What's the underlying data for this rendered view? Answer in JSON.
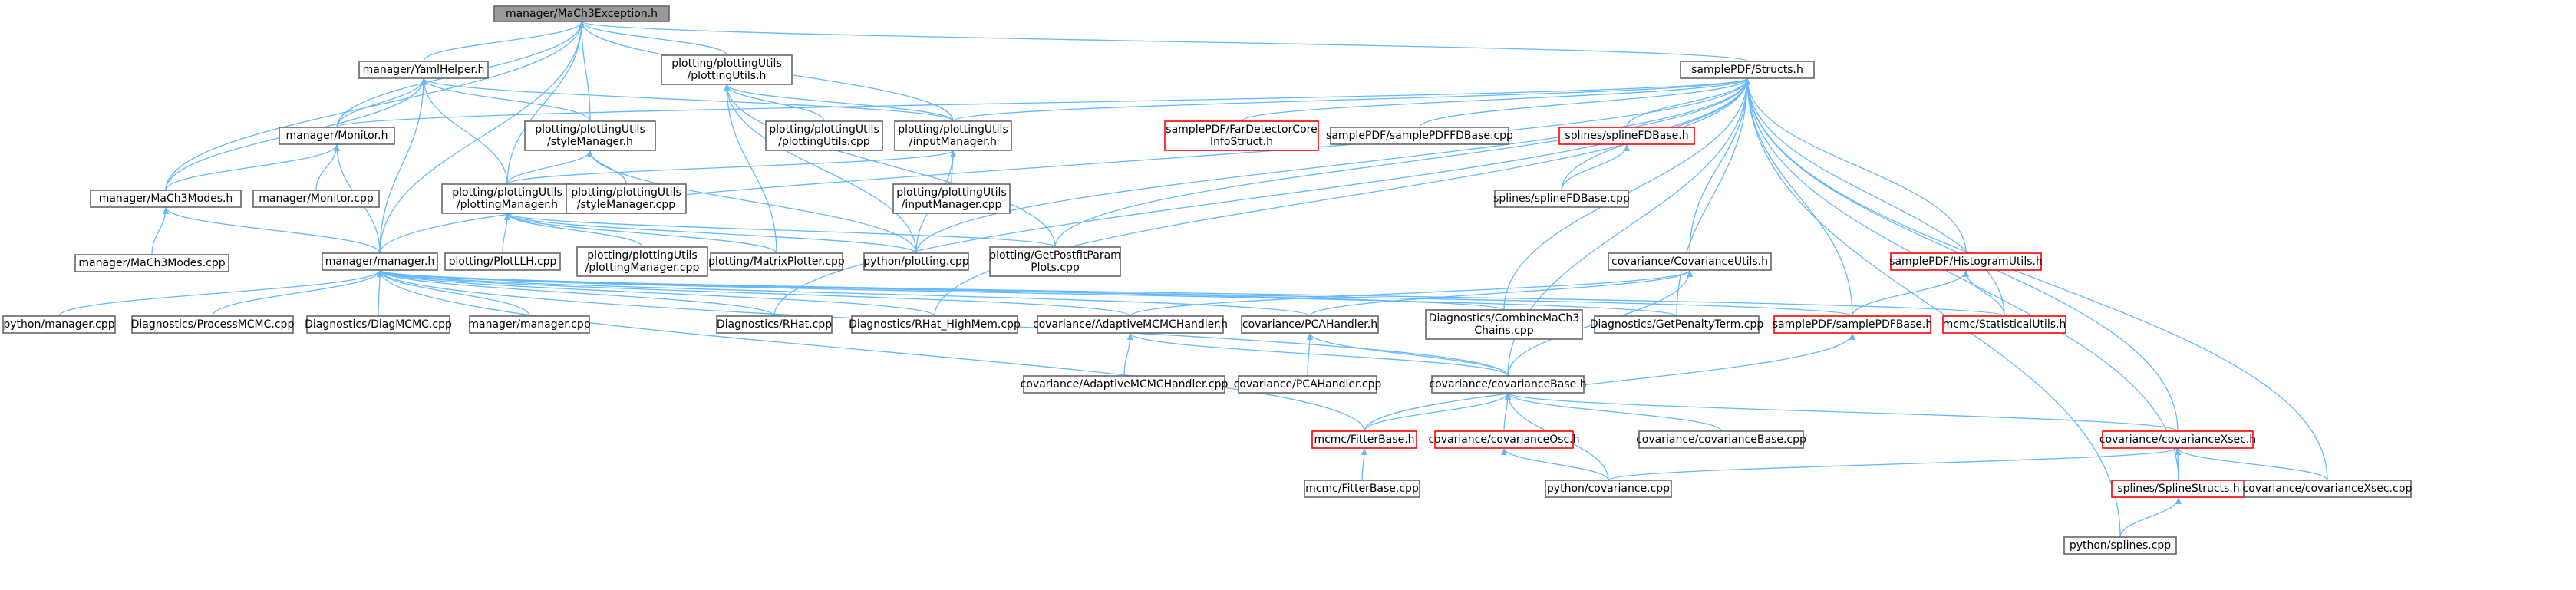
{
  "colors": {
    "edge": "#63B8FF",
    "arrowhead": "#63B8FF",
    "node_fill": "#ffffff",
    "node_border_default": "#666666",
    "node_border_error": "#ff0000",
    "root_fill": "#999999",
    "root_border": "#666666"
  },
  "nodes": [
    {
      "id": "root",
      "lines": [
        "manager/MaCh3Exception.h"
      ],
      "style": "root"
    },
    {
      "id": "yamlhelper",
      "lines": [
        "manager/YamlHelper.h"
      ],
      "style": "normal"
    },
    {
      "id": "pu_h",
      "lines": [
        "plotting/plottingUtils",
        "/plottingUtils.h"
      ],
      "style": "normal"
    },
    {
      "id": "structs",
      "lines": [
        "samplePDF/Structs.h"
      ],
      "style": "normal"
    },
    {
      "id": "monitor_h",
      "lines": [
        "manager/Monitor.h"
      ],
      "style": "normal"
    },
    {
      "id": "sm_h",
      "lines": [
        "plotting/plottingUtils",
        "/styleManager.h"
      ],
      "style": "normal"
    },
    {
      "id": "pu_cpp",
      "lines": [
        "plotting/plottingUtils",
        "/plottingUtils.cpp"
      ],
      "style": "normal"
    },
    {
      "id": "im_h",
      "lines": [
        "plotting/plottingUtils",
        "/inputManager.h"
      ],
      "style": "normal"
    },
    {
      "id": "fardet",
      "lines": [
        "samplePDF/FarDetectorCore",
        "InfoStruct.h"
      ],
      "style": "error"
    },
    {
      "id": "spfdbase_cpp",
      "lines": [
        "samplePDF/samplePDFFDBase.cpp"
      ],
      "style": "normal"
    },
    {
      "id": "splinefd_h",
      "lines": [
        "splines/splineFDBase.h"
      ],
      "style": "error"
    },
    {
      "id": "modes_h",
      "lines": [
        "manager/MaCh3Modes.h"
      ],
      "style": "normal"
    },
    {
      "id": "monitor_cpp",
      "lines": [
        "manager/Monitor.cpp"
      ],
      "style": "normal"
    },
    {
      "id": "pm_h",
      "lines": [
        "plotting/plottingUtils",
        "/plottingManager.h"
      ],
      "style": "normal"
    },
    {
      "id": "sm_cpp",
      "lines": [
        "plotting/plottingUtils",
        "/styleManager.cpp"
      ],
      "style": "normal"
    },
    {
      "id": "im_cpp",
      "lines": [
        "plotting/plottingUtils",
        "/inputManager.cpp"
      ],
      "style": "normal"
    },
    {
      "id": "splinefd_cpp",
      "lines": [
        "splines/splineFDBase.cpp"
      ],
      "style": "normal"
    },
    {
      "id": "modes_cpp",
      "lines": [
        "manager/MaCh3Modes.cpp"
      ],
      "style": "normal"
    },
    {
      "id": "manager_h",
      "lines": [
        "manager/manager.h"
      ],
      "style": "normal"
    },
    {
      "id": "plotllh",
      "lines": [
        "plotting/PlotLLH.cpp"
      ],
      "style": "normal"
    },
    {
      "id": "pm_cpp",
      "lines": [
        "plotting/plottingUtils",
        "/plottingManager.cpp"
      ],
      "style": "normal"
    },
    {
      "id": "matrixplotter",
      "lines": [
        "plotting/MatrixPlotter.cpp"
      ],
      "style": "normal"
    },
    {
      "id": "pyplotting",
      "lines": [
        "python/plotting.cpp"
      ],
      "style": "normal"
    },
    {
      "id": "getpostfit",
      "lines": [
        "plotting/GetPostfitParam",
        "Plots.cpp"
      ],
      "style": "normal"
    },
    {
      "id": "covutils",
      "lines": [
        "covariance/CovarianceUtils.h"
      ],
      "style": "normal"
    },
    {
      "id": "histutils",
      "lines": [
        "samplePDF/HistogramUtils.h"
      ],
      "style": "error"
    },
    {
      "id": "pymanager",
      "lines": [
        "python/manager.cpp"
      ],
      "style": "normal"
    },
    {
      "id": "procmcmc",
      "lines": [
        "Diagnostics/ProcessMCMC.cpp"
      ],
      "style": "normal"
    },
    {
      "id": "diagmcmc",
      "lines": [
        "Diagnostics/DiagMCMC.cpp"
      ],
      "style": "normal"
    },
    {
      "id": "manager_cpp",
      "lines": [
        "manager/manager.cpp"
      ],
      "style": "normal"
    },
    {
      "id": "rhat",
      "lines": [
        "Diagnostics/RHat.cpp"
      ],
      "style": "normal"
    },
    {
      "id": "rhat_hm",
      "lines": [
        "Diagnostics/RHat_HighMem.cpp"
      ],
      "style": "normal"
    },
    {
      "id": "adaptive_h",
      "lines": [
        "covariance/AdaptiveMCMCHandler.h"
      ],
      "style": "normal"
    },
    {
      "id": "pca_h",
      "lines": [
        "covariance/PCAHandler.h"
      ],
      "style": "normal"
    },
    {
      "id": "combine",
      "lines": [
        "Diagnostics/CombineMaCh3",
        "Chains.cpp"
      ],
      "style": "normal"
    },
    {
      "id": "penalty",
      "lines": [
        "Diagnostics/GetPenaltyTerm.cpp"
      ],
      "style": "normal"
    },
    {
      "id": "spdfbase_h",
      "lines": [
        "samplePDF/samplePDFBase.h"
      ],
      "style": "error"
    },
    {
      "id": "statutils",
      "lines": [
        "mcmc/StatisticalUtils.h"
      ],
      "style": "error"
    },
    {
      "id": "adaptive_cpp",
      "lines": [
        "covariance/AdaptiveMCMCHandler.cpp"
      ],
      "style": "normal"
    },
    {
      "id": "pca_cpp",
      "lines": [
        "covariance/PCAHandler.cpp"
      ],
      "style": "normal"
    },
    {
      "id": "covbase_h",
      "lines": [
        "covariance/covarianceBase.h"
      ],
      "style": "normal"
    },
    {
      "id": "fitterbase_h",
      "lines": [
        "mcmc/FitterBase.h"
      ],
      "style": "error"
    },
    {
      "id": "covosc_h",
      "lines": [
        "covariance/covarianceOsc.h"
      ],
      "style": "error"
    },
    {
      "id": "covbase_cpp",
      "lines": [
        "covariance/covarianceBase.cpp"
      ],
      "style": "normal"
    },
    {
      "id": "covxsec_h",
      "lines": [
        "covariance/covarianceXsec.h"
      ],
      "style": "error"
    },
    {
      "id": "fitterbase_cpp",
      "lines": [
        "mcmc/FitterBase.cpp"
      ],
      "style": "normal"
    },
    {
      "id": "pycov",
      "lines": [
        "python/covariance.cpp"
      ],
      "style": "normal"
    },
    {
      "id": "splinestructs",
      "lines": [
        "splines/SplineStructs.h"
      ],
      "style": "error"
    },
    {
      "id": "covxsec_cpp",
      "lines": [
        "covariance/covarianceXsec.cpp"
      ],
      "style": "normal"
    },
    {
      "id": "pysplines",
      "lines": [
        "python/splines.cpp"
      ],
      "style": "normal"
    }
  ],
  "edges": [
    [
      "root",
      "yamlhelper"
    ],
    [
      "root",
      "pu_h"
    ],
    [
      "root",
      "structs"
    ],
    [
      "root",
      "monitor_h"
    ],
    [
      "root",
      "sm_h"
    ],
    [
      "root",
      "im_h"
    ],
    [
      "root",
      "modes_h"
    ],
    [
      "root",
      "pm_h"
    ],
    [
      "root",
      "manager_h"
    ],
    [
      "yamlhelper",
      "monitor_h"
    ],
    [
      "yamlhelper",
      "sm_h"
    ],
    [
      "yamlhelper",
      "im_h"
    ],
    [
      "yamlhelper",
      "modes_h"
    ],
    [
      "yamlhelper",
      "pm_h"
    ],
    [
      "yamlhelper",
      "manager_h"
    ],
    [
      "pu_h",
      "pu_cpp"
    ],
    [
      "pu_h",
      "im_h"
    ],
    [
      "pu_h",
      "matrixplotter"
    ],
    [
      "pu_h",
      "pyplotting"
    ],
    [
      "pu_h",
      "getpostfit"
    ],
    [
      "structs",
      "monitor_h"
    ],
    [
      "structs",
      "im_h"
    ],
    [
      "structs",
      "fardet"
    ],
    [
      "structs",
      "spfdbase_cpp"
    ],
    [
      "structs",
      "splinefd_h"
    ],
    [
      "structs",
      "splinefd_cpp"
    ],
    [
      "structs",
      "manager_h"
    ],
    [
      "structs",
      "pyplotting"
    ],
    [
      "structs",
      "getpostfit"
    ],
    [
      "structs",
      "covutils"
    ],
    [
      "structs",
      "histutils"
    ],
    [
      "structs",
      "rhat"
    ],
    [
      "structs",
      "rhat_hm"
    ],
    [
      "structs",
      "combine"
    ],
    [
      "structs",
      "penalty"
    ],
    [
      "structs",
      "spdfbase_h"
    ],
    [
      "structs",
      "statutils"
    ],
    [
      "structs",
      "covbase_h"
    ],
    [
      "structs",
      "covxsec_h"
    ],
    [
      "structs",
      "splinestructs"
    ],
    [
      "structs",
      "covxsec_cpp"
    ],
    [
      "structs",
      "pysplines"
    ],
    [
      "monitor_h",
      "modes_h"
    ],
    [
      "monitor_h",
      "monitor_cpp"
    ],
    [
      "monitor_h",
      "manager_h"
    ],
    [
      "sm_h",
      "pm_h"
    ],
    [
      "sm_h",
      "sm_cpp"
    ],
    [
      "sm_h",
      "pyplotting"
    ],
    [
      "im_h",
      "pm_h"
    ],
    [
      "im_h",
      "im_cpp"
    ],
    [
      "im_h",
      "pyplotting"
    ],
    [
      "splinefd_h",
      "splinefd_cpp"
    ],
    [
      "modes_h",
      "modes_cpp"
    ],
    [
      "modes_h",
      "manager_h"
    ],
    [
      "pm_h",
      "plotllh"
    ],
    [
      "pm_h",
      "pm_cpp"
    ],
    [
      "pm_h",
      "matrixplotter"
    ],
    [
      "pm_h",
      "pyplotting"
    ],
    [
      "pm_h",
      "getpostfit"
    ],
    [
      "manager_h",
      "pymanager"
    ],
    [
      "manager_h",
      "procmcmc"
    ],
    [
      "manager_h",
      "diagmcmc"
    ],
    [
      "manager_h",
      "manager_cpp"
    ],
    [
      "manager_h",
      "rhat"
    ],
    [
      "manager_h",
      "rhat_hm"
    ],
    [
      "manager_h",
      "adaptive_h"
    ],
    [
      "manager_h",
      "pca_h"
    ],
    [
      "manager_h",
      "combine"
    ],
    [
      "manager_h",
      "penalty"
    ],
    [
      "manager_h",
      "spdfbase_h"
    ],
    [
      "manager_h",
      "statutils"
    ],
    [
      "manager_h",
      "covbase_h"
    ],
    [
      "manager_h",
      "fitterbase_h"
    ],
    [
      "covutils",
      "adaptive_h"
    ],
    [
      "covutils",
      "pca_h"
    ],
    [
      "covutils",
      "covbase_h"
    ],
    [
      "histutils",
      "spdfbase_h"
    ],
    [
      "histutils",
      "statutils"
    ],
    [
      "adaptive_h",
      "adaptive_cpp"
    ],
    [
      "adaptive_h",
      "covbase_h"
    ],
    [
      "pca_h",
      "pca_cpp"
    ],
    [
      "pca_h",
      "covbase_h"
    ],
    [
      "spdfbase_h",
      "fitterbase_h"
    ],
    [
      "covbase_h",
      "fitterbase_h"
    ],
    [
      "covbase_h",
      "covosc_h"
    ],
    [
      "covbase_h",
      "covbase_cpp"
    ],
    [
      "covbase_h",
      "covxsec_h"
    ],
    [
      "covbase_h",
      "pycov"
    ],
    [
      "fitterbase_h",
      "fitterbase_cpp"
    ],
    [
      "covosc_h",
      "pycov"
    ],
    [
      "covxsec_h",
      "pycov"
    ],
    [
      "covxsec_h",
      "splinestructs"
    ],
    [
      "covxsec_h",
      "covxsec_cpp"
    ],
    [
      "splinestructs",
      "pysplines"
    ]
  ]
}
